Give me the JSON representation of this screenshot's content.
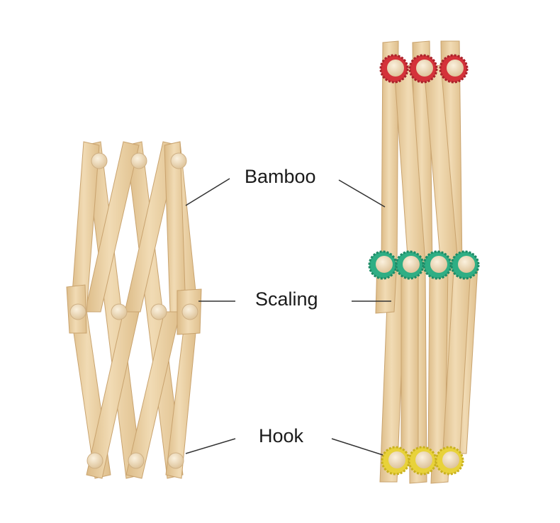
{
  "labels": {
    "bamboo": "Bamboo",
    "scaling": "Scaling",
    "hook": "Hook"
  },
  "colors": {
    "background": "#ffffff",
    "bamboo_light": "#efd7ae",
    "bamboo_mid": "#e3c290",
    "bamboo_edge": "#c9a36e",
    "peg": "#f2e2c4",
    "cap_red": "#d4323a",
    "cap_green": "#2fae84",
    "cap_yellow": "#e8d23a",
    "leader_line": "#333333",
    "text": "#1a1a1a"
  }
}
